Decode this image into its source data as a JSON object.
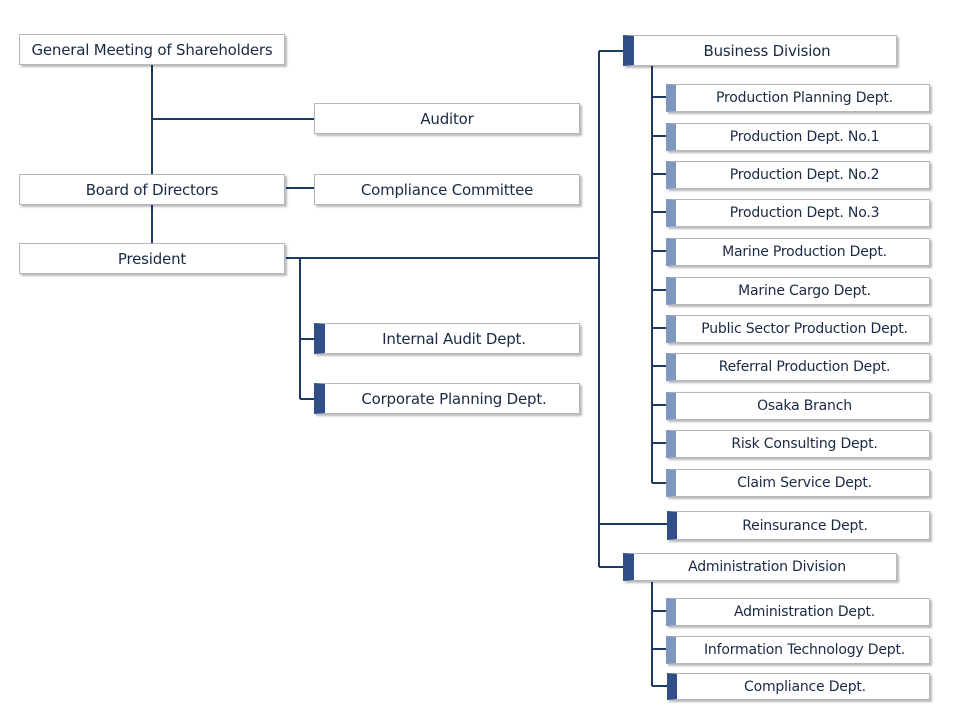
{
  "org_chart": {
    "shareholders": "General Meeting of Shareholders",
    "auditor": "Auditor",
    "board": "Board of Directors",
    "compliance_committee": "Compliance Committee",
    "president": "President",
    "internal_audit": "Internal Audit Dept.",
    "corporate_planning": "Corporate Planning Dept.",
    "business_division": {
      "title": "Business Division",
      "departments": [
        "Production Planning Dept.",
        "Production Dept. No.1",
        "Production Dept. No.2",
        "Production Dept. No.3",
        "Marine Production Dept.",
        "Marine Cargo Dept.",
        "Public Sector Production Dept.",
        "Referral Production Dept.",
        "Osaka Branch",
        "Risk Consulting Dept.",
        "Claim Service Dept."
      ]
    },
    "reinsurance": "Reinsurance Dept.",
    "administration_division": {
      "title": "Administration Division",
      "departments": [
        "Administration Dept.",
        "Information Technology Dept.",
        "Compliance Dept."
      ]
    }
  },
  "colors": {
    "line": "#1f3a64",
    "accent_dark": "#2f4f86",
    "accent_light": "#7f97bf",
    "box_border": "#b3b8c0"
  }
}
